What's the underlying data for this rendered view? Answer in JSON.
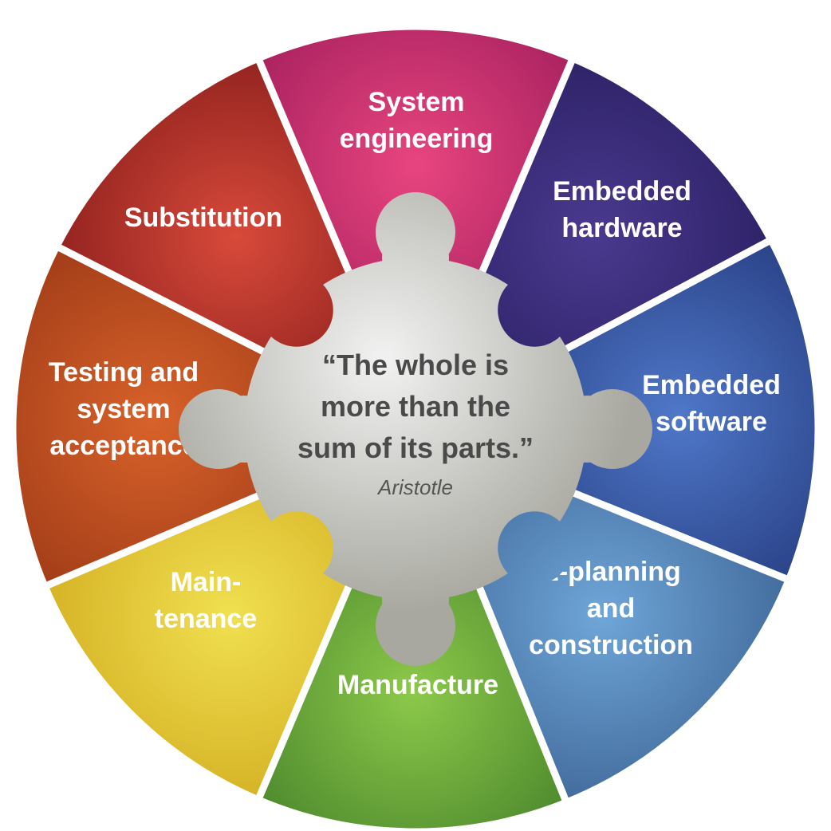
{
  "segments": [
    {
      "id": "system-engineering",
      "lines": [
        "System",
        "engineering"
      ],
      "color_light": "#e8457f",
      "color_dark": "#8a1150"
    },
    {
      "id": "embedded-hardware",
      "lines": [
        "Embedded",
        "hardware"
      ],
      "color_light": "#4a3a8f",
      "color_dark": "#1e1450"
    },
    {
      "id": "embedded-software",
      "lines": [
        "Embedded",
        "software"
      ],
      "color_light": "#4f78c9",
      "color_dark": "#1a2a6a"
    },
    {
      "id": "e-planning",
      "lines": [
        "E-planning",
        "and",
        "construction"
      ],
      "color_light": "#6fa6d8",
      "color_dark": "#2c4e7e"
    },
    {
      "id": "manufacture",
      "lines": [
        "Manufacture"
      ],
      "color_light": "#8cc94a",
      "color_dark": "#2f6a1f"
    },
    {
      "id": "maintenance",
      "lines": [
        "Main-",
        "tenance"
      ],
      "color_light": "#f0e050",
      "color_dark": "#c89a10"
    },
    {
      "id": "testing",
      "lines": [
        "Testing and",
        "system",
        "acceptance"
      ],
      "color_light": "#d8622a",
      "color_dark": "#8a2c10"
    },
    {
      "id": "substitution",
      "lines": [
        "Substitution"
      ],
      "color_light": "#d84a3a",
      "color_dark": "#6a0c10"
    }
  ],
  "center": {
    "quote_lines": [
      "“The whole is",
      "more than the",
      "sum of its parts.”"
    ],
    "author": "Aristotle",
    "fill_light": "#f2f2f2",
    "fill_dark": "#a8a8a0"
  }
}
